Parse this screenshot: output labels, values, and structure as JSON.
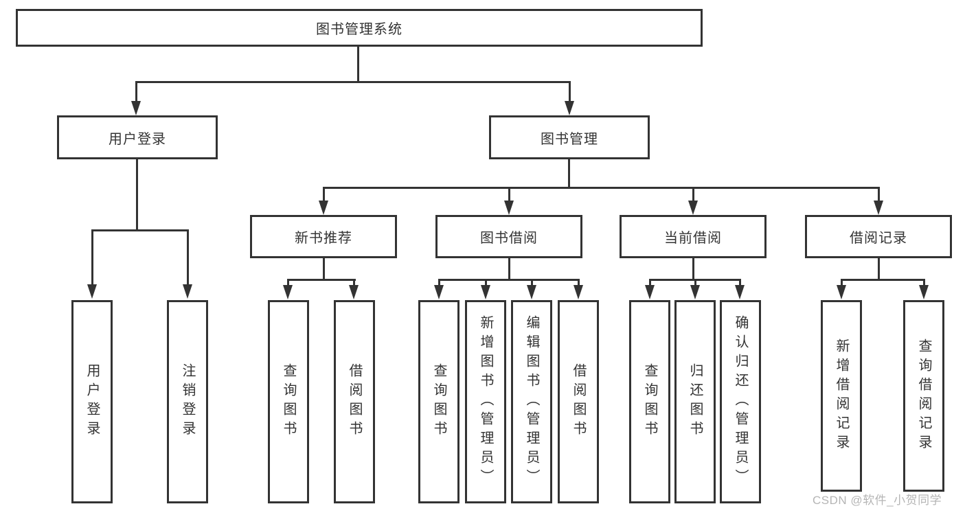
{
  "diagram_type": "hierarchy-tree",
  "colors": {
    "line": "#333333",
    "box_border": "#333333",
    "box_bg": "#ffffff",
    "text": "#333333",
    "watermark": "#b5b5b5"
  },
  "tree": {
    "label": "图书管理系统",
    "children": [
      {
        "label": "用户登录",
        "children": [
          {
            "label": "用户登录"
          },
          {
            "label": "注销登录"
          }
        ]
      },
      {
        "label": "图书管理",
        "children": [
          {
            "label": "新书推荐",
            "children": [
              {
                "label": "查询图书"
              },
              {
                "label": "借阅图书"
              }
            ]
          },
          {
            "label": "图书借阅",
            "children": [
              {
                "label": "查询图书"
              },
              {
                "label": "新增图书（管理员）"
              },
              {
                "label": "编辑图书（管理员）"
              },
              {
                "label": "借阅图书"
              }
            ]
          },
          {
            "label": "当前借阅",
            "children": [
              {
                "label": "查询图书"
              },
              {
                "label": "归还图书"
              },
              {
                "label": "确认归还（管理员）"
              }
            ]
          },
          {
            "label": "借阅记录",
            "children": [
              {
                "label": "新增借阅记录"
              },
              {
                "label": "查询借阅记录"
              }
            ]
          }
        ]
      }
    ]
  },
  "watermark": {
    "text": "CSDN @软件_小贺同学"
  }
}
